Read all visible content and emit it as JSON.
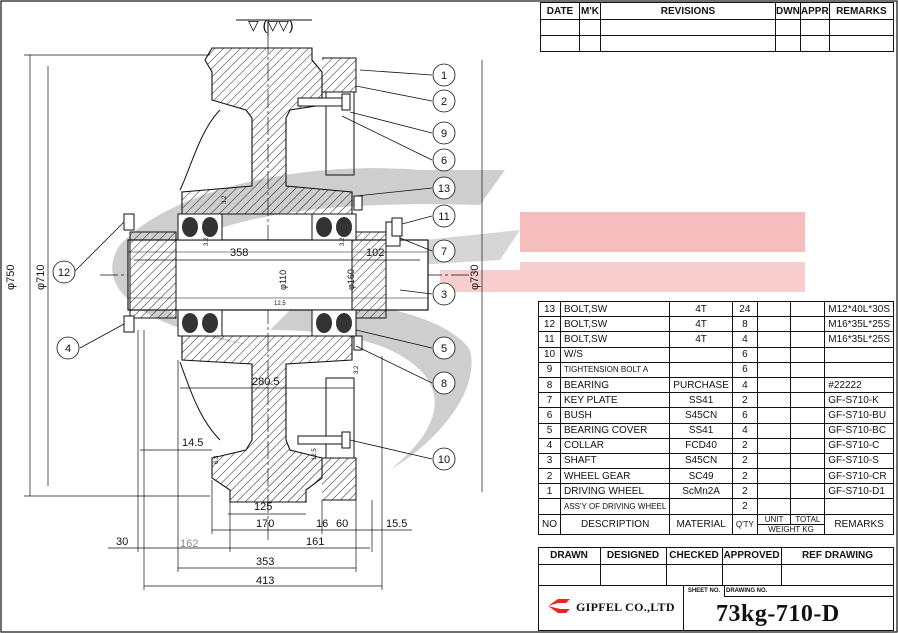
{
  "revisions": {
    "headers": [
      "DATE",
      "M'K",
      "REVISIONS",
      "DWN",
      "APPR",
      "REMARKS"
    ]
  },
  "surface_symbol": "▽ (▽▽)",
  "dimensions": {
    "d750": "φ750",
    "d710": "φ710",
    "d730": "φ730",
    "d110": "φ110",
    "d160": "φ160",
    "d358": "358",
    "d102": "102",
    "d280": "280.5",
    "d14_5": "14.5",
    "d125": "125",
    "d170": "170",
    "d16": "16",
    "d60": "60",
    "d15_5": "15.5",
    "d30": "30",
    "d162": "162",
    "d161": "161",
    "d353": "353",
    "d413": "413",
    "r12_5a": "12.5",
    "r12_5b": "12.5",
    "r3_2a": "3.2",
    "r3_2b": "3.2",
    "r3_2c": "3.2",
    "r3_2d": "3.2",
    "r6_3": "6.3"
  },
  "balloons": [
    "1",
    "2",
    "9",
    "6",
    "13",
    "11",
    "7",
    "3",
    "5",
    "8",
    "10",
    "12",
    "4"
  ],
  "bom": {
    "rows": [
      {
        "no": "13",
        "desc": "BOLT,SW",
        "material": "4T",
        "qty": "24",
        "remarks": "M12*40L*30S"
      },
      {
        "no": "12",
        "desc": "BOLT,SW",
        "material": "4T",
        "qty": "8",
        "remarks": "M16*35L*25S"
      },
      {
        "no": "11",
        "desc": "BOLT,SW",
        "material": "4T",
        "qty": "4",
        "remarks": "M16*35L*25S"
      },
      {
        "no": "10",
        "desc": "W/S",
        "material": "",
        "qty": "6",
        "remarks": ""
      },
      {
        "no": "9",
        "desc": "TIGHTENSION BOLT A",
        "material": "",
        "qty": "6",
        "remarks": ""
      },
      {
        "no": "8",
        "desc": "BEARING",
        "material": "PURCHASE",
        "qty": "4",
        "remarks": "#22222"
      },
      {
        "no": "7",
        "desc": "KEY PLATE",
        "material": "SS41",
        "qty": "2",
        "remarks": "GF-S710-K"
      },
      {
        "no": "6",
        "desc": "BUSH",
        "material": "S45CN",
        "qty": "6",
        "remarks": "GF-S710-BU"
      },
      {
        "no": "5",
        "desc": "BEARING COVER",
        "material": "SS41",
        "qty": "4",
        "remarks": "GF-S710-BC"
      },
      {
        "no": "4",
        "desc": "COLLAR",
        "material": "FCD40",
        "qty": "2",
        "remarks": "GF-S710-C"
      },
      {
        "no": "3",
        "desc": "SHAFT",
        "material": "S45CN",
        "qty": "2",
        "remarks": "GF-S710-S"
      },
      {
        "no": "2",
        "desc": "WHEEL GEAR",
        "material": "SC49",
        "qty": "2",
        "remarks": "GF-S710-CR"
      },
      {
        "no": "1",
        "desc": "DRIVING WHEEL",
        "material": "ScMn2A",
        "qty": "2",
        "remarks": "GF-S710-D1"
      },
      {
        "no": "",
        "desc": "ASS'Y OF DRIVING WHEEL",
        "material": "",
        "qty": "2",
        "remarks": ""
      }
    ],
    "header": {
      "no": "NO",
      "desc": "DESCRIPTION",
      "material": "MATERIAL",
      "qty": "Q'TY",
      "unit": "UNIT",
      "total": "TOTAL",
      "weight": "WEIGHT KG",
      "remarks": "REMARKS"
    }
  },
  "title_block": {
    "drawn": "DRAWN",
    "designed": "DESIGNED",
    "checked": "CHECKED",
    "approved": "APPROVED",
    "ref": "REF DRAWING",
    "sheet_no": "SHEET NO.",
    "drawing_no_label": "DRAWING NO.",
    "company": "GIPFEL CO.,LTD",
    "drawing_no": "73kg-710-D"
  },
  "colors": {
    "line": "#111111",
    "watermark_grey": "#c8c8c8",
    "watermark_red": "#f3b8b8"
  }
}
